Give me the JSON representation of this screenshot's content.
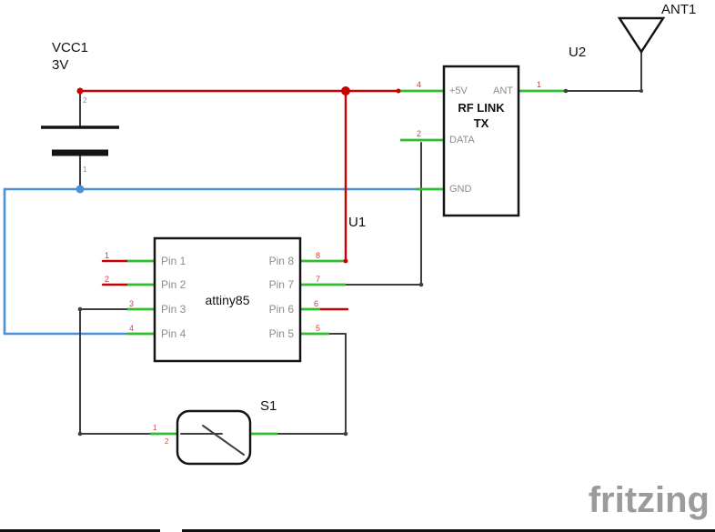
{
  "app": {
    "watermark": "fritzing"
  },
  "colors": {
    "wire_red": "#c80000",
    "wire_blue": "#4a90d9",
    "wire_black": "#3f3f3f",
    "pin_green": "#2fbe2f",
    "pin_number": "#d04040",
    "label_gray": "#8c8c8c",
    "watermark": "#9b9b9b"
  },
  "components": {
    "battery": {
      "designator": "VCC1",
      "value": "3V",
      "pin_top_num": "2",
      "pin_bottom_num": "1"
    },
    "attiny": {
      "designator": "U1",
      "name": "attiny85",
      "left_pins": [
        {
          "num": "1",
          "label": "Pin 1"
        },
        {
          "num": "2",
          "label": "Pin 2"
        },
        {
          "num": "3",
          "label": "Pin 3"
        },
        {
          "num": "4",
          "label": "Pin 4"
        }
      ],
      "right_pins": [
        {
          "num": "8",
          "label": "Pin 8"
        },
        {
          "num": "7",
          "label": "Pin 7"
        },
        {
          "num": "6",
          "label": "Pin 6"
        },
        {
          "num": "5",
          "label": "Pin 5"
        }
      ]
    },
    "rflink": {
      "designator": "U2",
      "title": "RF LINK",
      "subtitle": "TX",
      "pins": [
        {
          "num": "4",
          "label": "+5V"
        },
        {
          "num": "1",
          "label": "ANT"
        },
        {
          "num": "2",
          "label": "DATA"
        },
        {
          "label": "GND"
        }
      ]
    },
    "antenna": {
      "designator": "ANT1"
    },
    "switch": {
      "designator": "S1",
      "pin_nums": [
        "1",
        "2"
      ]
    }
  }
}
